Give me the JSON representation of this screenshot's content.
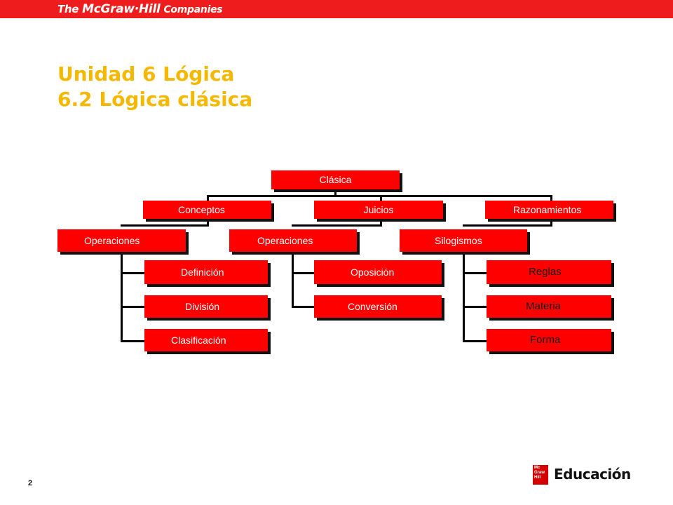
{
  "header": {
    "brand_prefix": "The",
    "brand_name": "McGraw·Hill",
    "brand_suffix": "Companies"
  },
  "title": {
    "line1": "Unidad 6 Lógica",
    "line2": "6.2 Lógica clásica"
  },
  "diagram": {
    "root": "Clásica",
    "conceptos": "Conceptos",
    "juicios": "Juicios",
    "razonamientos": "Razonamientos",
    "operaciones_1": "Operaciones",
    "operaciones_2": "Operaciones",
    "silogismos": "Silogismos",
    "definicion": "Definición",
    "division": "División",
    "clasificacion": "Clasificación",
    "oposicion": "Oposición",
    "conversion": "Conversión",
    "reglas": "Reglas",
    "materia": "Materia",
    "forma": "Forma"
  },
  "footer": {
    "page_number": "2",
    "logo_mark": "Mc Graw Hill",
    "logo_text": "Educación"
  },
  "colors": {
    "accent_red": "#ff0000",
    "title_yellow": "#f5b800"
  }
}
